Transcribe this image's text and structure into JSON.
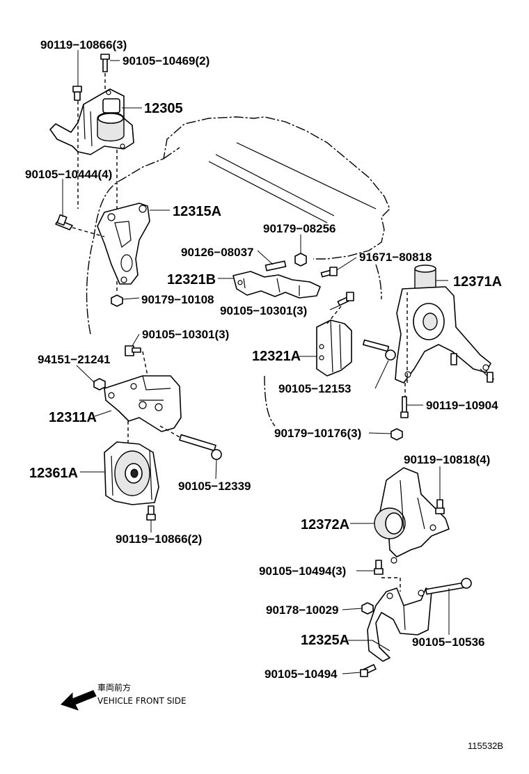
{
  "diagram": {
    "parts": {
      "p90119_10866_3": "90119−10866(3)",
      "p90105_10469_2": "90105−10469(2)",
      "p12305": "12305",
      "p90105_10444_4": "90105−10444(4)",
      "p12315A": "12315A",
      "p90179_10108": "90179−10108",
      "p90179_08256": "90179−08256",
      "p90126_08037": "90126−08037",
      "p91671_80818": "91671−80818",
      "p12321B": "12321B",
      "p12371A": "12371A",
      "p90105_10301_3a": "90105−10301(3)",
      "p90105_10301_3b": "90105−10301(3)",
      "p94151_21241": "94151−21241",
      "p12321A": "12321A",
      "p90105_12153": "90105−12153",
      "p12311A": "12311A",
      "p90119_10904": "90119−10904",
      "p90179_10176_3": "90179−10176(3)",
      "p12361A": "12361A",
      "p90105_12339": "90105−12339",
      "p90119_10818_4": "90119−10818(4)",
      "p12372A": "12372A",
      "p90119_10866_2": "90119−10866(2)",
      "p90105_10494_3": "90105−10494(3)",
      "p90178_10029": "90178−10029",
      "p12325A": "12325A",
      "p90105_10536": "90105−10536",
      "p90105_10494": "90105−10494"
    },
    "direction_note_jp": "車両前方",
    "direction_note_en": "VEHICLE FRONT SIDE",
    "drawing_code": "115532B"
  }
}
